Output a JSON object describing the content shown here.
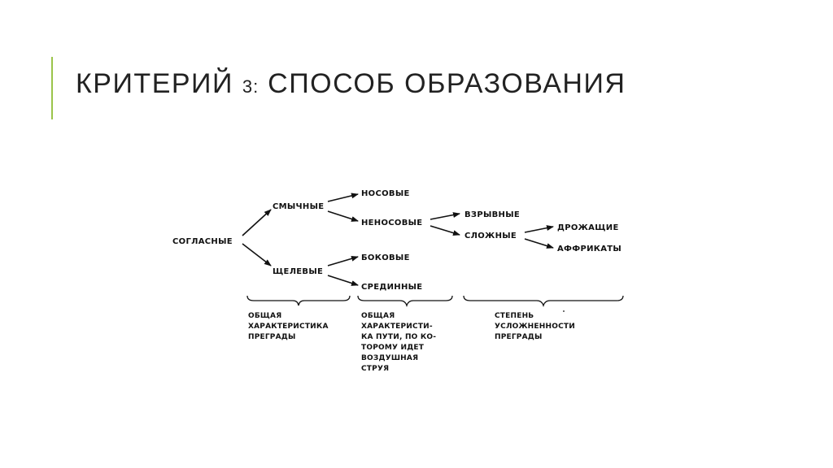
{
  "slide": {
    "title_part1": "КРИТЕРИЙ ",
    "title_num": "3:",
    "title_part2": " СПОСОБ ОБРАЗОВАНИЯ",
    "accent_color": "#9BC44A"
  },
  "diagram": {
    "nodes": {
      "soglasnye": "СОГЛАСНЫЕ",
      "smychnye": "СМЫЧНЫЕ",
      "shchelevye": "ЩЕЛЕВЫЕ",
      "nosovye": "НОСОВЫЕ",
      "nenosovye": "НЕНОСОВЫЕ",
      "bokovye": "БОКОВЫЕ",
      "sredinnye": "СРЕДИННЫЕ",
      "vzryvnye": "ВЗРЫВНЫЕ",
      "slozhnye": "СЛОЖНЫЕ",
      "drozhashchie": "ДРОЖАЩИЕ",
      "affrikaty": "АФФРИКАТЫ"
    },
    "notes": {
      "col1": [
        "ОБЩАЯ",
        "ХАРАКТЕРИСТИКА",
        "ПРЕГРАДЫ"
      ],
      "col2": [
        "ОБЩАЯ",
        "ХАРАКТЕРИСТИ-",
        "КА ПУТИ, ПО КО-",
        "ТОРОМУ ИДЕТ",
        "ВОЗДУШНАЯ",
        "СТРУЯ"
      ],
      "col3": [
        "СТЕПЕНЬ",
        "УСЛОЖНЕННОСТИ",
        "ПРЕГРАДЫ"
      ]
    }
  }
}
